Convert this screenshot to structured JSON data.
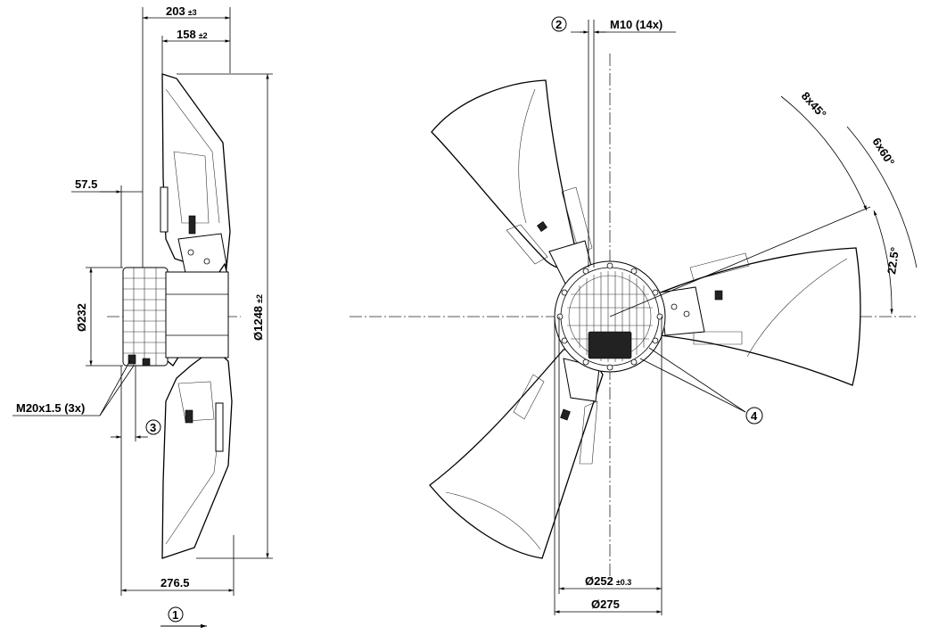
{
  "side_view": {
    "dim_overall_depth": {
      "value": "203",
      "tol": "±3"
    },
    "dim_blade_depth": {
      "value": "158",
      "tol": "±2"
    },
    "dim_offset": "57.5",
    "dim_motor_diameter": "Ø232",
    "dim_fan_diameter": {
      "value": "Ø1248",
      "tol": "±2"
    },
    "dim_cable_gland": "M20x1.5 (3x)",
    "dim_total_length": "276.5",
    "marker_airflow": "1",
    "marker_3": "3"
  },
  "front_view": {
    "dim_thread": "M10 (14x)",
    "marker_2": "2",
    "angle_1": "8x45°",
    "angle_2": "6x60°",
    "angle_3": "22.5°",
    "marker_4": "4",
    "dim_bolt_circle": {
      "value": "Ø252",
      "tol": "±0.3"
    },
    "dim_flange": "Ø275"
  }
}
